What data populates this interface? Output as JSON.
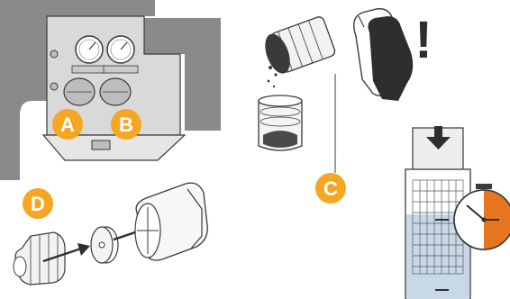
{
  "colors": {
    "badge": "#F5A623",
    "outline": "#3a3a3a",
    "machine_gray": "#8a8a8a",
    "panel_gray": "#d9d9d9",
    "oil_blue": "#c8d8e8",
    "timer_orange": "#E8761E",
    "background": "#ffffff"
  },
  "steps": {
    "a": {
      "label": "A",
      "icon": "filter-housing-a"
    },
    "b": {
      "label": "B",
      "icon": "filter-housing-b"
    },
    "c": {
      "label": "C",
      "icon": "filter-emptying"
    },
    "d": {
      "label": "D",
      "icon": "filter-disassembly"
    }
  },
  "warning": {
    "symbol": "!",
    "icon": "protective-gloves-icon"
  },
  "timer": {
    "icon": "timer-clock-icon"
  }
}
